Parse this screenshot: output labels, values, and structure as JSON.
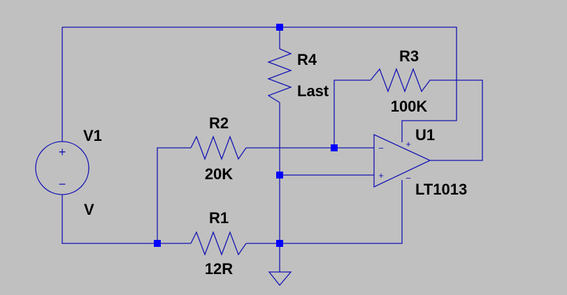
{
  "colors": {
    "background": "#c0c0c0",
    "wire": "#1414b4",
    "junction": "#0000ff",
    "label": "#000000"
  },
  "components": {
    "v1": {
      "ref": "V1",
      "value": "V",
      "plus": "+",
      "minus": "−"
    },
    "r1": {
      "ref": "R1",
      "value": "12R"
    },
    "r2": {
      "ref": "R2",
      "value": "20K"
    },
    "r3": {
      "ref": "R3",
      "value": "100K"
    },
    "r4": {
      "ref": "R4",
      "value": "Last"
    },
    "u1": {
      "ref": "U1",
      "value": "LT1013",
      "in_minus": "−",
      "in_plus": "+",
      "supply_plus": "+",
      "supply_minus": "−"
    }
  }
}
